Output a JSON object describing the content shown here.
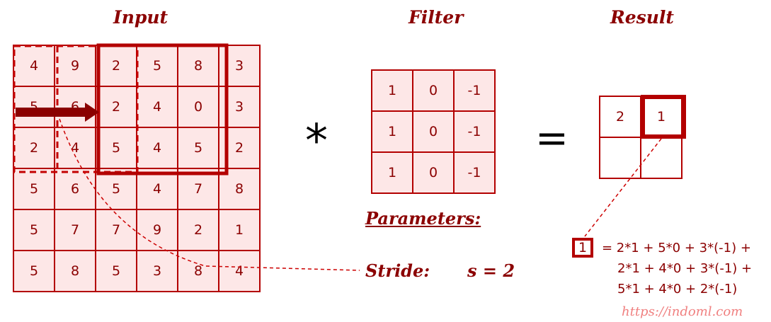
{
  "titles": {
    "input": "Input",
    "filter": "Filter",
    "result": "Result"
  },
  "input_matrix": [
    [
      "4",
      "9",
      "2",
      "5",
      "8",
      "3"
    ],
    [
      "5",
      "6",
      "2",
      "4",
      "0",
      "3"
    ],
    [
      "2",
      "4",
      "5",
      "4",
      "5",
      "2"
    ],
    [
      "5",
      "6",
      "5",
      "4",
      "7",
      "8"
    ],
    [
      "5",
      "7",
      "7",
      "9",
      "2",
      "1"
    ],
    [
      "5",
      "8",
      "5",
      "3",
      "8",
      "4"
    ]
  ],
  "filter_matrix": [
    [
      "1",
      "0",
      "-1"
    ],
    [
      "1",
      "0",
      "-1"
    ],
    [
      "1",
      "0",
      "-1"
    ]
  ],
  "result_matrix": [
    [
      "2",
      "1"
    ],
    [
      "",
      ""
    ]
  ],
  "operators": {
    "convolve": "*",
    "equals": "="
  },
  "parameters": {
    "label": "Parameters:",
    "stride_label": "Stride:",
    "stride_value": "s = 2"
  },
  "calculation": {
    "box_value": "1",
    "lines": [
      "= 2*1 + 5*0 + 3*(-1) +",
      "2*1 + 4*0 + 3*(-1) +",
      "5*1 + 4*0 + 2*(-1)"
    ]
  },
  "watermark": "https://indoml.com",
  "colors": {
    "accent": "#b30000",
    "text": "#8b0000",
    "cell_fill": "#fde7e7"
  }
}
